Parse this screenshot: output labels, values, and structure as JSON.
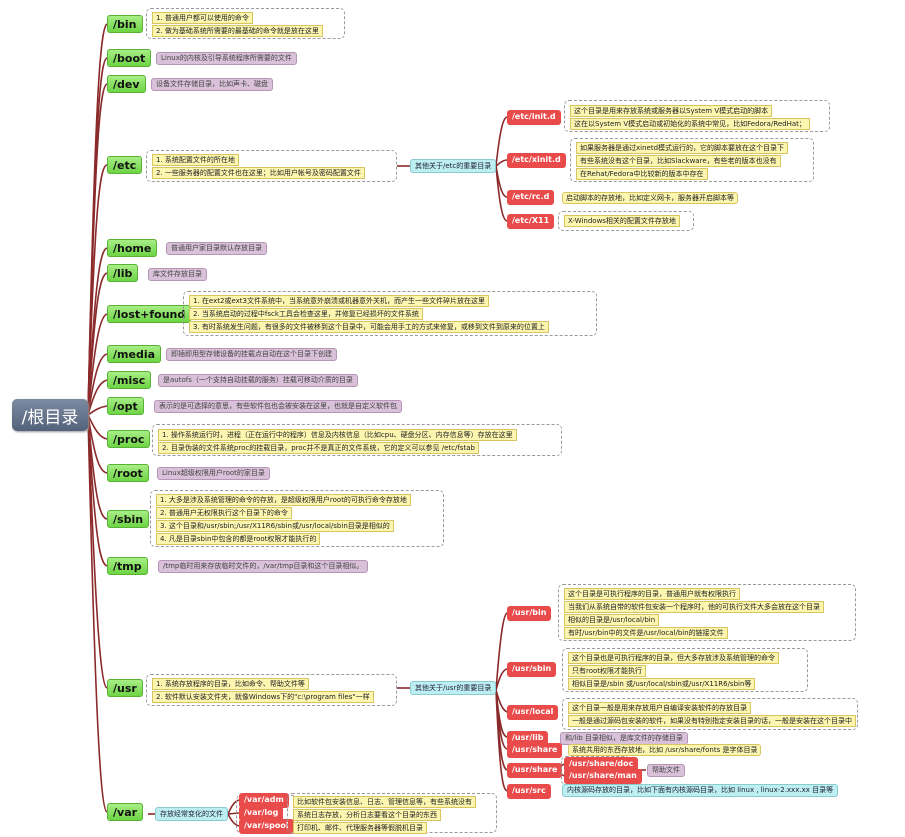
{
  "root": "/根目录",
  "dirs": {
    "bin": "/bin",
    "boot": "/boot",
    "dev": "/dev",
    "etc": "/etc",
    "home": "/home",
    "lib": "/lib",
    "lostfound": "/lost+found",
    "media": "/media",
    "misc": "/misc",
    "opt": "/opt",
    "proc": "/proc",
    "root": "/root",
    "sbin": "/sbin",
    "tmp": "/tmp",
    "usr": "/usr",
    "var": "/var"
  },
  "bin_notes": [
    "1. 普通用户都可以使用的命令",
    "2. 做为基础系统所需要的最基础的命令就是放在这里"
  ],
  "boot_note": "Linux的内核及引导系统程序所需要的文件",
  "dev_note": "设备文件存储目录，比如声卡、磁盘",
  "etc_notes": [
    "1. 系统配置文件的所在地",
    "2. 一些服务器的配置文件也在这里；比如用户帐号及密码配置文件"
  ],
  "etc_hub": "其他关于/etc的重要目录",
  "etc_sub": {
    "initd": "/etc/init.d",
    "initd_notes": [
      "这个目录是用来存放系统或服务器以System V模式启动的脚本",
      "这在以System V模式启动或初始化的系统中常见，比如Fedora/RedHat；"
    ],
    "xinitd": "/etc/xinit.d",
    "xinitd_notes": [
      "如果服务器是通过xinetd模式运行的，它的脚本要放在这个目录下",
      "有些系统没有这个目录，比如Slackware，有些老的版本也没有",
      "在Rehat/Fedora中比较新的版本中存在"
    ],
    "rcd": "/etc/rc.d",
    "rcd_note": "启动脚本的存放地，比如定义网卡，服务器开启脚本等",
    "x11": "/etc/X11",
    "x11_note": "X-Windows相关的配置文件存放地"
  },
  "home_note": "普通用户家目录默认存放目录",
  "lib_note": "库文件存放目录",
  "lostfound_notes": [
    "1. 在ext2或ext3文件系统中，当系统意外崩溃或机器意外关机，而产生一些文件碎片放在这里",
    "2. 当系统启动的过程中fsck工具会检查这里，并修复已经损坏的文件系统",
    "3. 有时系统发生问题，有很多的文件被移到这个目录中，可能会用手工的方式来修复，或移到文件到原来的位置上"
  ],
  "media_note": "即插即用型存储设备的挂载点自动在这个目录下创建",
  "misc_note": "是autofs（一个支持自动挂载的服务）挂载可移动介质的目录",
  "opt_note": "表示的是可选择的意思，有些软件包也会被安装在这里，也就是自定义软件包",
  "proc_notes": [
    "1. 操作系统运行时，进程（正在运行中的程序）信息及内核信息（比如cpu、硬盘分区、内存信息等）存放在这里",
    "2. 目录伪装的文件系统proc的挂载目录，proc并不是真正的文件系统，它的定义可以参见 /etc/fstab"
  ],
  "root_note": "Linux超级权限用户root的家目录",
  "sbin_notes": [
    "1. 大多是涉及系统管理的命令的存放，是超级权限用户root的可执行命令存放地",
    "2. 普通用户无权限执行这个目录下的命令",
    "3. 这个目录和/usr/sbin;/usr/X11R6/sbin或/usr/local/sbin目录是相似的",
    "4. 凡是目录sbin中包含的都是root权限才能执行的"
  ],
  "tmp_note": "/tmp临时用来存放临时文件的，/var/tmp目录和这个目录相似。",
  "usr_notes": [
    "1. 系统存放程序的目录，比如命令、帮助文件等",
    "2. 软件默认安装文件夹，就像Windows下的\"c:\\program files\"一样"
  ],
  "usr_hub": "其他关于/usr的重要目录",
  "usr_sub": {
    "bin": "/usr/bin",
    "bin_notes": [
      "这个目录是可执行程序的目录，普通用户就有权限执行",
      "当我们从系统自带的软件包安装一个程序时，他的可执行文件大多会放在这个目录",
      "相似的目录是/usr/local/bin",
      "有时/usr/bin中的文件是/usr/local/bin的链接文件"
    ],
    "sbin": "/usr/sbin",
    "sbin_notes": [
      "这个目录也是可执行程序的目录，但大多存放涉及系统管理的命令",
      "只有root权限才能执行",
      "相似目录是/sbin 或/usr/local/sbin或/usr/X11R6/sbin等"
    ],
    "local": "/usr/local",
    "local_notes": [
      "这个目录一般是用来存放用户自编译安装软件的存放目录",
      "一般是通过源码包安装的软件，如果没有特别指定安装目录的话，一般是安装在这个目录中"
    ],
    "lib": "/usr/lib",
    "lib_note": "和/lib 目录相似，是库文件的存储目录",
    "share": "/usr/share",
    "share_note": "系统共用的东西存放地，比如 /usr/share/fonts 是字体目录",
    "share2": "/usr/share",
    "share_doc": "/usr/share/doc",
    "share_man": "/usr/share/man",
    "help": "帮助文件",
    "src": "/usr/src",
    "src_note": "内核源码存放的目录，比如下面有内核源码目录，比如 linux , linux-2.xxx.xx 目录等"
  },
  "var_hub": "存放经常变化的文件",
  "var_sub": {
    "adm": "/var/adm",
    "adm_note": "比如软件包安装信息、日志、管理信息等，有些系统没有",
    "log": "/var/log",
    "log_note": "系统日志存放，分析日志要看这个目录的东西",
    "spool": "/var/spool",
    "spool_note": "打印机、邮件、代理服务器等假脱机目录"
  },
  "colors": {
    "green": "#6ed445",
    "red": "#e94a4a",
    "pink": "#d9c1d9",
    "yellow": "#fdf6b0",
    "cyan": "#bdeef2",
    "line": "#8b2a2a"
  }
}
